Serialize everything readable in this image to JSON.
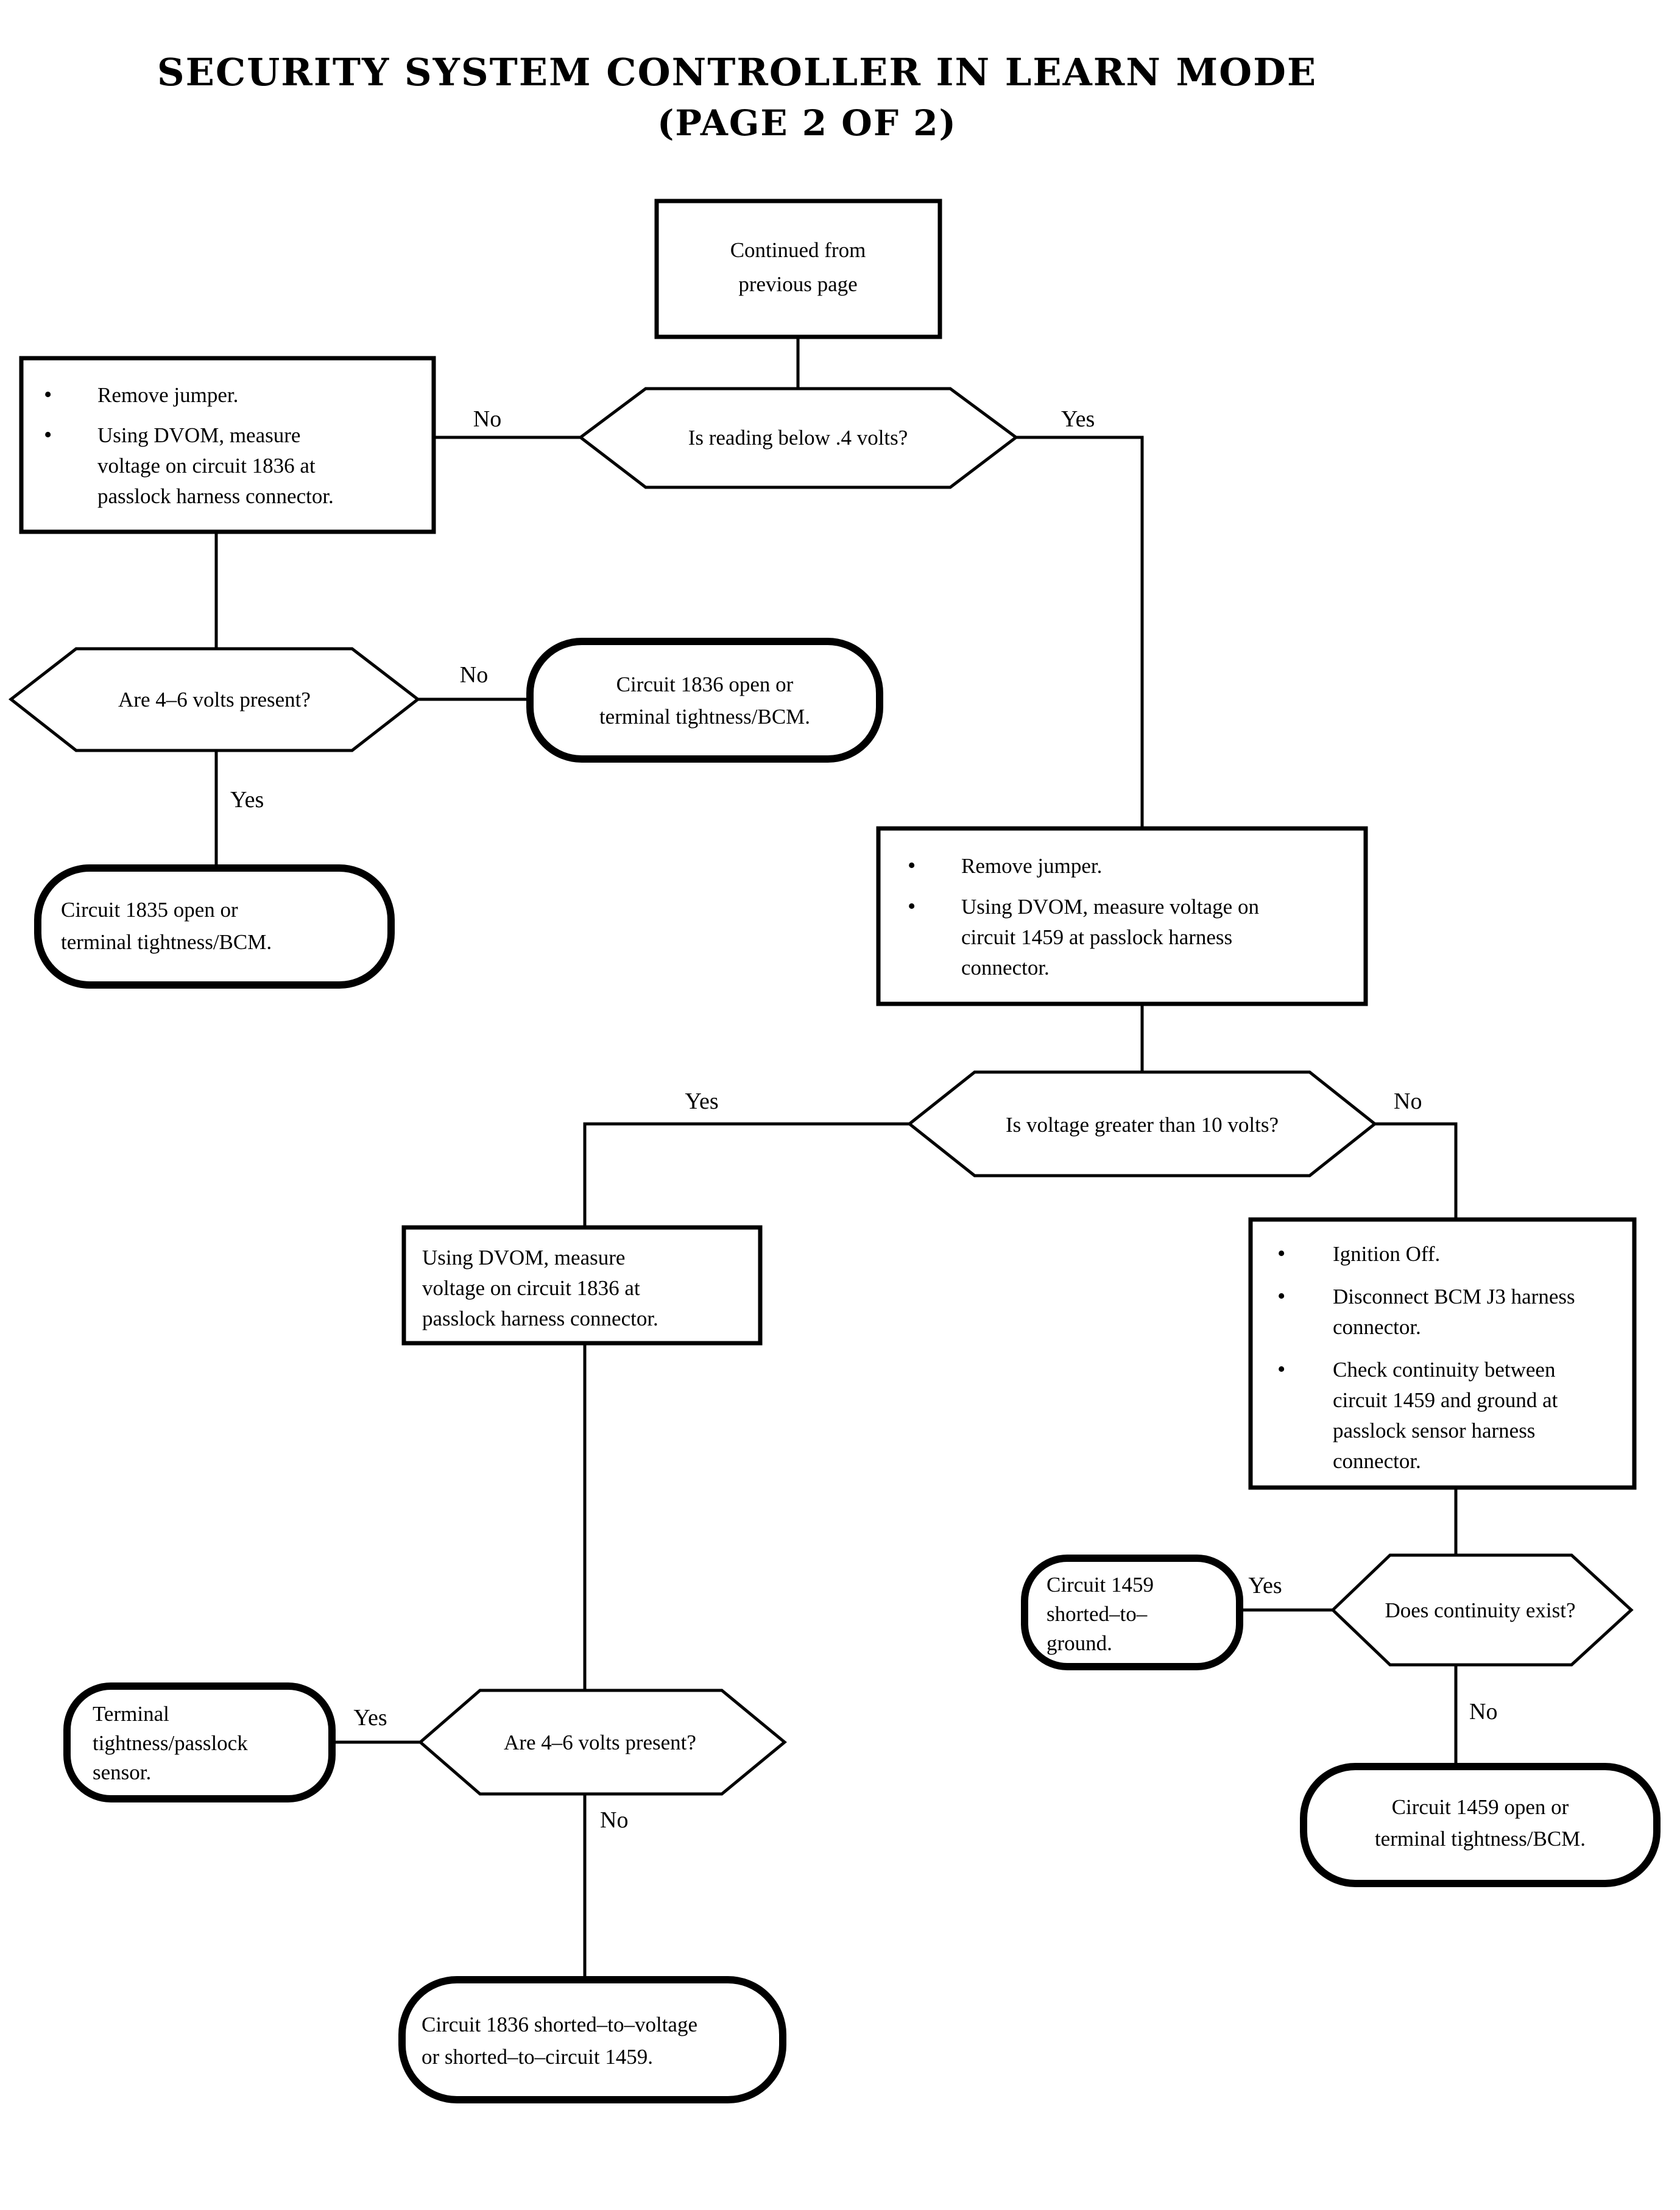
{
  "title": {
    "line1": "SECURITY SYSTEM CONTROLLER IN LEARN MODE",
    "line2": "(PAGE 2 OF 2)"
  },
  "chart_data": {
    "type": "diagram",
    "diagram_kind": "flowchart",
    "title": "SECURITY SYSTEM CONTROLLER IN LEARN MODE (PAGE 2 OF 2)",
    "node_shapes": {
      "process": "rectangle",
      "decision": "hexagon",
      "terminal": "rounded-rectangle"
    },
    "nodes": [
      {
        "id": "n1",
        "shape": "process",
        "lines": [
          "Continued from",
          "previous page"
        ]
      },
      {
        "id": "n2",
        "shape": "process",
        "bullets": [
          "Remove jumper.",
          "Using DVOM, measure voltage on circuit 1836 at passlock harness connector."
        ]
      },
      {
        "id": "n3",
        "shape": "decision",
        "lines": [
          "Is reading below .4 volts?"
        ]
      },
      {
        "id": "n4",
        "shape": "decision",
        "lines": [
          "Are 4–6 volts present?"
        ]
      },
      {
        "id": "n5",
        "shape": "terminal",
        "lines": [
          "Circuit 1836 open or",
          "terminal tightness/BCM."
        ]
      },
      {
        "id": "n6",
        "shape": "terminal",
        "lines": [
          "Circuit 1835 open or",
          "terminal tightness/BCM."
        ]
      },
      {
        "id": "n7",
        "shape": "process",
        "bullets": [
          "Remove jumper.",
          "Using DVOM, measure voltage on circuit 1459 at passlock harness connector."
        ]
      },
      {
        "id": "n8",
        "shape": "decision",
        "lines": [
          "Is voltage greater than 10 volts?"
        ]
      },
      {
        "id": "n9",
        "shape": "process",
        "lines": [
          "Using DVOM, measure",
          "voltage on circuit 1836 at",
          "passlock harness connector."
        ]
      },
      {
        "id": "n10",
        "shape": "process",
        "bullets": [
          "Ignition Off.",
          "Disconnect BCM J3 harness connector.",
          "Check continuity between circuit 1459 and ground at passlock sensor harness connector."
        ]
      },
      {
        "id": "n11",
        "shape": "decision",
        "lines": [
          "Does continuity exist?"
        ]
      },
      {
        "id": "n12",
        "shape": "terminal",
        "lines": [
          "Circuit 1459",
          "shorted–to–",
          "ground."
        ]
      },
      {
        "id": "n13",
        "shape": "terminal",
        "lines": [
          "Circuit 1459 open or",
          "terminal tightness/BCM."
        ]
      },
      {
        "id": "n14",
        "shape": "decision",
        "lines": [
          "Are 4–6 volts present?"
        ]
      },
      {
        "id": "n15",
        "shape": "terminal",
        "lines": [
          "Terminal",
          "tightness/passlock",
          "sensor."
        ]
      },
      {
        "id": "n16",
        "shape": "terminal",
        "lines": [
          "Circuit 1836 shorted–to–voltage",
          "or shorted–to–circuit 1459."
        ]
      }
    ],
    "edges": [
      {
        "from": "n1",
        "to": "n3",
        "label": ""
      },
      {
        "from": "n3",
        "to": "n2",
        "label": "No"
      },
      {
        "from": "n3",
        "to": "n7",
        "label": "Yes"
      },
      {
        "from": "n2",
        "to": "n4",
        "label": ""
      },
      {
        "from": "n4",
        "to": "n5",
        "label": "No"
      },
      {
        "from": "n4",
        "to": "n6",
        "label": "Yes"
      },
      {
        "from": "n7",
        "to": "n8",
        "label": ""
      },
      {
        "from": "n8",
        "to": "n9",
        "label": "Yes"
      },
      {
        "from": "n8",
        "to": "n10",
        "label": "No"
      },
      {
        "from": "n10",
        "to": "n11",
        "label": ""
      },
      {
        "from": "n11",
        "to": "n12",
        "label": "Yes"
      },
      {
        "from": "n11",
        "to": "n13",
        "label": "No"
      },
      {
        "from": "n9",
        "to": "n14",
        "label": ""
      },
      {
        "from": "n14",
        "to": "n15",
        "label": "Yes"
      },
      {
        "from": "n14",
        "to": "n16",
        "label": "No"
      }
    ],
    "edge_labels": [
      "No",
      "Yes",
      "No",
      "Yes",
      "Yes",
      "No",
      "Yes",
      "No",
      "Yes",
      "No"
    ],
    "colors": {
      "stroke": "#000000",
      "fill": "#ffffff",
      "text": "#000000"
    }
  },
  "nodes": {
    "n1": {
      "l1": "Continued from",
      "l2": "previous page"
    },
    "n2": {
      "b1": "Remove jumper.",
      "b2l1": "Using DVOM, measure",
      "b2l2": "voltage on circuit 1836 at",
      "b2l3": "passlock harness connector."
    },
    "n3": {
      "text": "Is reading below .4 volts?"
    },
    "n4": {
      "text": "Are 4–6 volts present?"
    },
    "n5": {
      "l1": "Circuit 1836 open or",
      "l2": "terminal tightness/BCM."
    },
    "n6": {
      "l1": "Circuit 1835 open or",
      "l2": "terminal tightness/BCM."
    },
    "n7": {
      "b1": "Remove jumper.",
      "b2l1": "Using DVOM, measure voltage on",
      "b2l2": "circuit 1459 at passlock harness",
      "b2l3": "connector."
    },
    "n8": {
      "text": "Is voltage greater than 10 volts?"
    },
    "n9": {
      "l1": "Using DVOM, measure",
      "l2": "voltage on circuit 1836 at",
      "l3": "passlock harness connector."
    },
    "n10": {
      "b1": "Ignition Off.",
      "b2l1": "Disconnect BCM J3 harness",
      "b2l2": "connector.",
      "b3l1": "Check continuity between",
      "b3l2": "circuit 1459 and ground at",
      "b3l3": "passlock sensor harness",
      "b3l4": "connector."
    },
    "n11": {
      "text": "Does continuity exist?"
    },
    "n12": {
      "l1": "Circuit 1459",
      "l2": "shorted–to–",
      "l3": "ground."
    },
    "n13": {
      "l1": "Circuit 1459 open or",
      "l2": "terminal tightness/BCM."
    },
    "n14": {
      "text": "Are 4–6 volts present?"
    },
    "n15": {
      "l1": "Terminal",
      "l2": "tightness/passlock",
      "l3": "sensor."
    },
    "n16": {
      "l1": "Circuit 1836 shorted–to–voltage",
      "l2": "or shorted–to–circuit 1459."
    }
  },
  "labels": {
    "e_n3_no": "No",
    "e_n3_yes": "Yes",
    "e_n4_no": "No",
    "e_n4_yes": "Yes",
    "e_n8_yes": "Yes",
    "e_n8_no": "No",
    "e_n11_yes": "Yes",
    "e_n11_no": "No",
    "e_n14_yes": "Yes",
    "e_n14_no": "No"
  },
  "bullet": "•"
}
